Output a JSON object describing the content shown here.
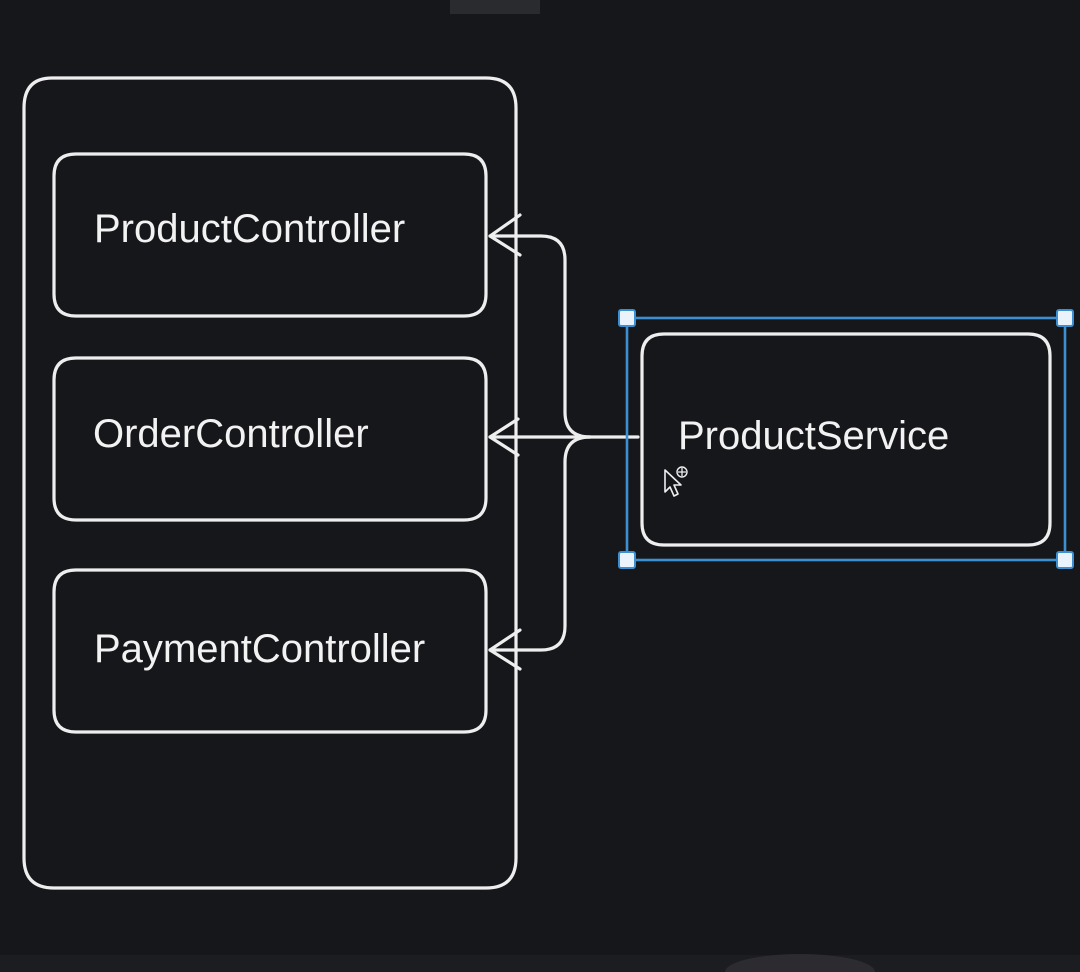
{
  "diagram": {
    "nodes": {
      "product_controller": {
        "label": "ProductController"
      },
      "order_controller": {
        "label": "OrderController"
      },
      "payment_controller": {
        "label": "PaymentController"
      },
      "product_service": {
        "label": "ProductService",
        "selected": true
      }
    },
    "edges": [
      {
        "from": "product_service",
        "to": "product_controller"
      },
      {
        "from": "product_service",
        "to": "order_controller"
      },
      {
        "from": "product_service",
        "to": "payment_controller"
      }
    ],
    "colors": {
      "background": "#16171b",
      "stroke": "#eeeeee",
      "selection": "#3d8fd1"
    },
    "cursor_icon": "move-cursor-icon"
  }
}
